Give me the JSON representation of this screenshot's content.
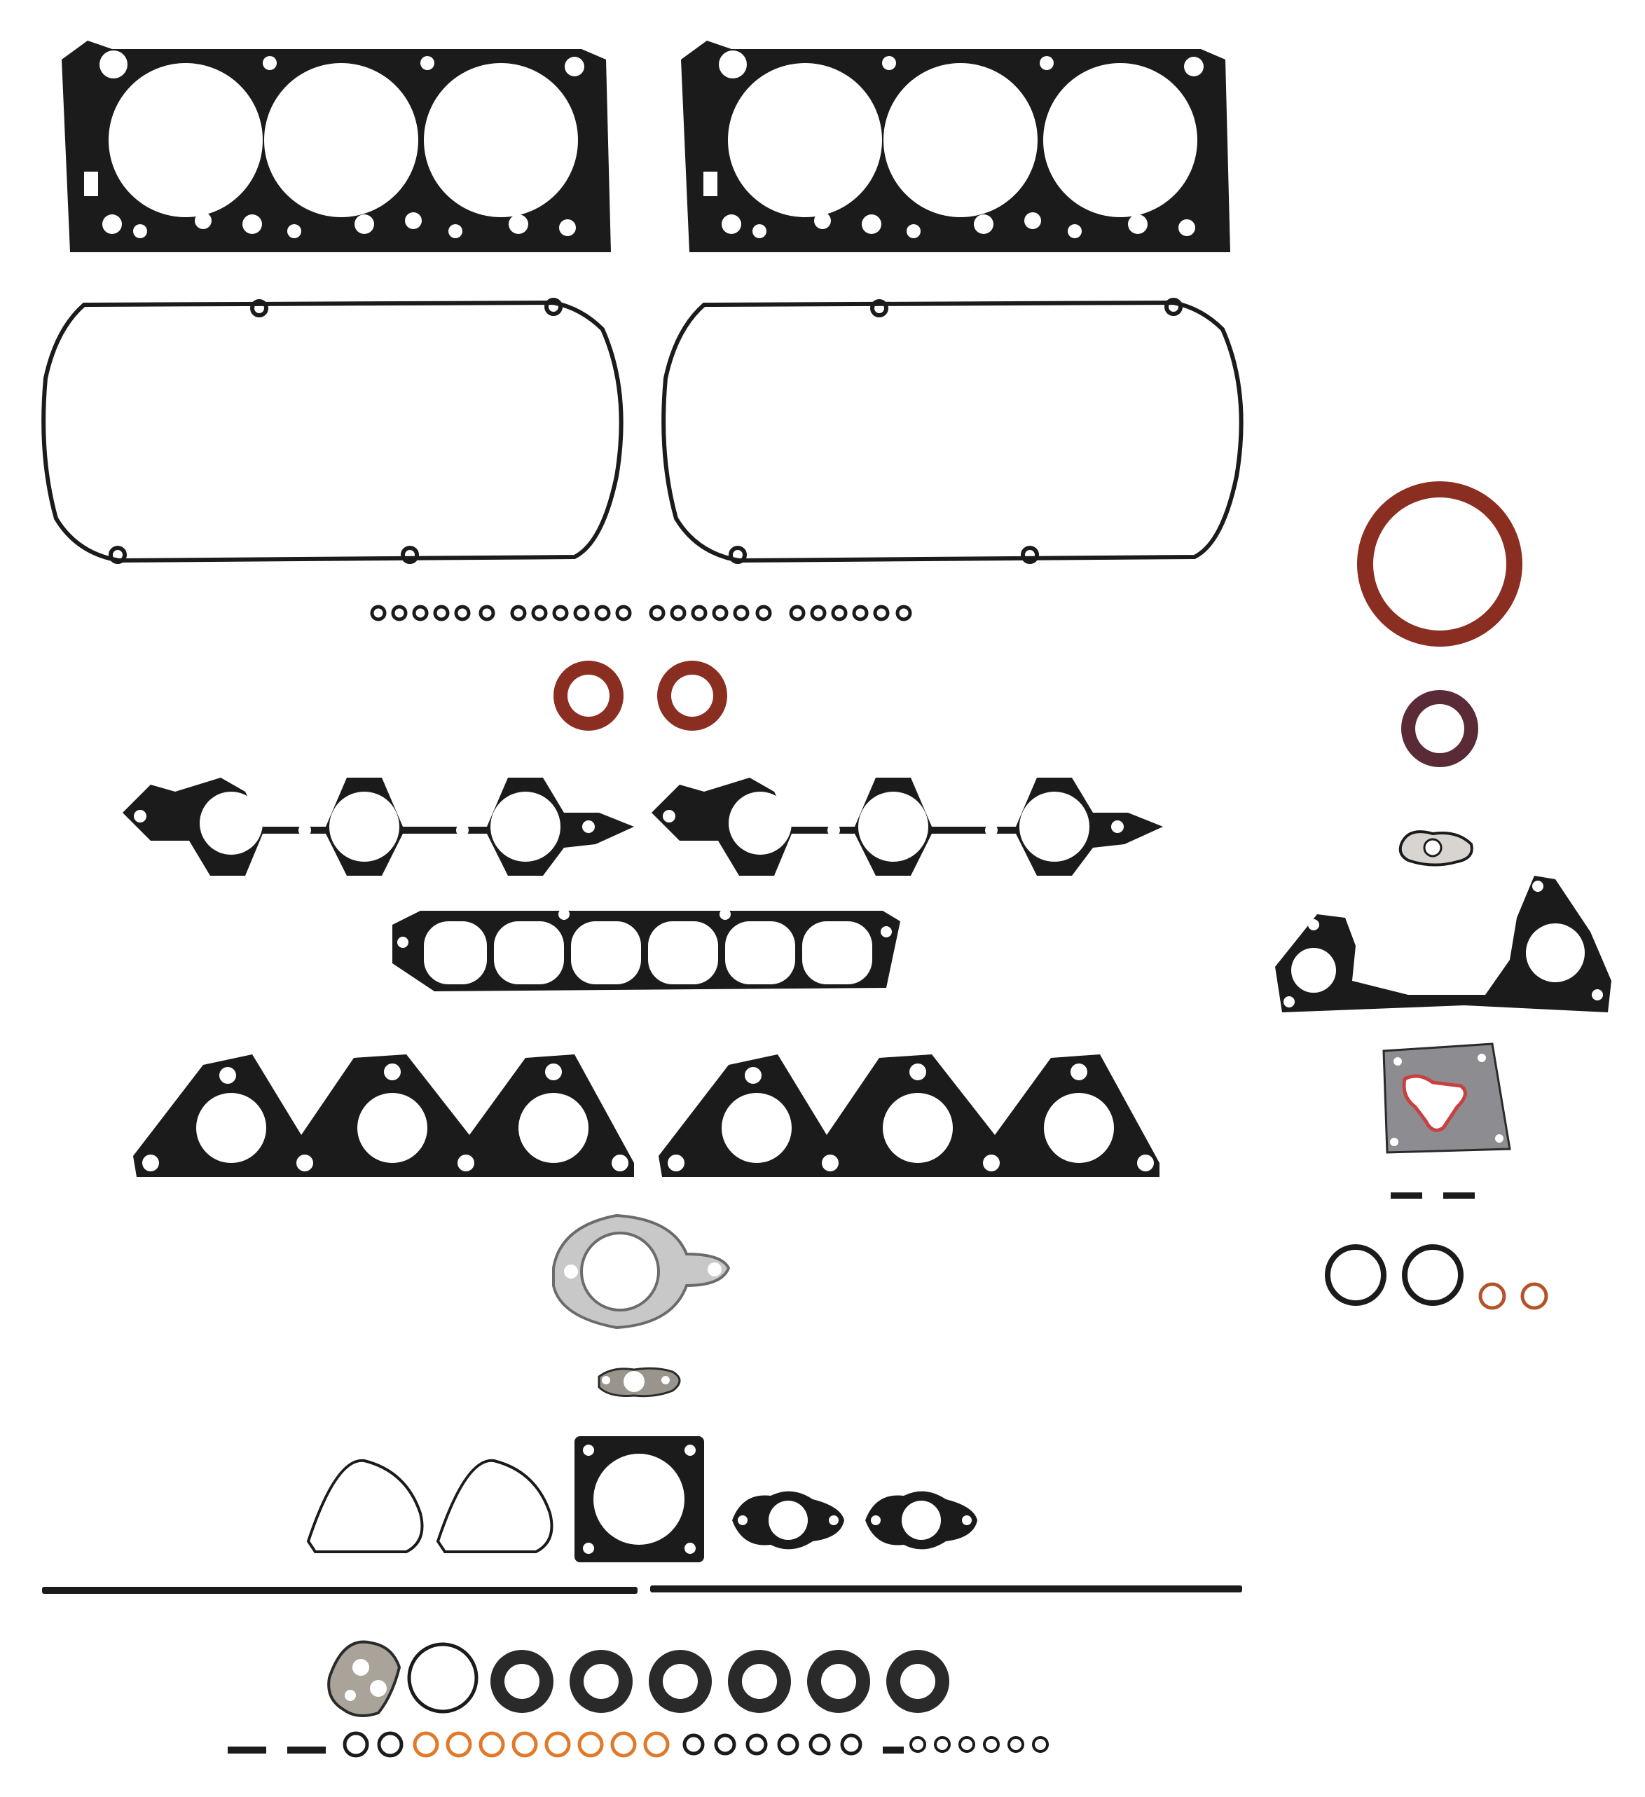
{
  "product": {
    "description": "",
    "background": "#ffffff",
    "colors": {
      "gasket_black": "#1b1b1b",
      "seal_red": "#8b2e22",
      "seal_copper": "#b4532a",
      "orange_ring": "#e07a2a",
      "metal_silver": "#c8c8c8",
      "rubber_dark": "#2a2a2a"
    }
  },
  "parts": [
    {
      "name": "cylinder-head-gasket-left",
      "icon": "gasket-icon"
    },
    {
      "name": "cylinder-head-gasket-right",
      "icon": "gasket-icon"
    },
    {
      "name": "valve-cover-gasket-left",
      "icon": "gasket-icon"
    },
    {
      "name": "valve-cover-gasket-right",
      "icon": "gasket-icon"
    },
    {
      "name": "valve-stem-seals",
      "count": 24
    },
    {
      "name": "camshaft-seals",
      "count": 2
    },
    {
      "name": "rear-main-seal"
    },
    {
      "name": "front-crank-seal"
    },
    {
      "name": "intake-manifold-gaskets",
      "count": 2
    },
    {
      "name": "plenum-gasket"
    },
    {
      "name": "exhaust-manifold-gaskets",
      "count": 2
    },
    {
      "name": "exhaust-flange-gasket"
    },
    {
      "name": "egr-gasket"
    },
    {
      "name": "throttle-body-gasket"
    },
    {
      "name": "water-outlet-gaskets",
      "count": 2
    },
    {
      "name": "oil-pump-gasket"
    },
    {
      "name": "timing-cover-gasket"
    },
    {
      "name": "o-rings"
    }
  ]
}
